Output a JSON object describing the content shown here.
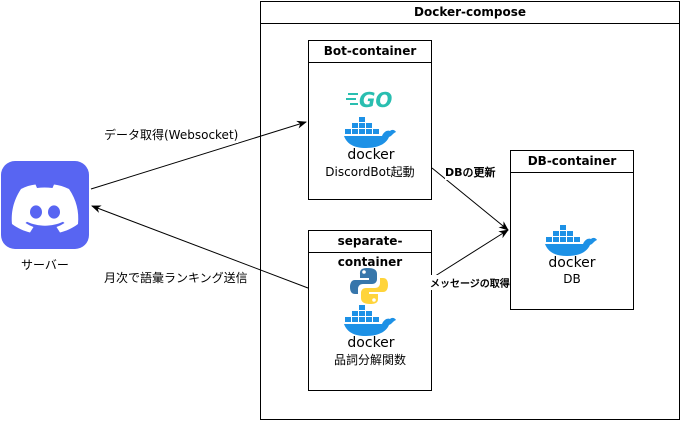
{
  "nodes": {
    "discord": {
      "label": "サーバー"
    },
    "compose": {
      "title": "Docker-compose"
    },
    "bot": {
      "title": "Bot-container",
      "caption": "DiscordBot起動",
      "go_logo": "GO"
    },
    "separate": {
      "title": "separate-container",
      "caption": "品詞分解関数"
    },
    "db": {
      "title": "DB-container",
      "caption": "DB"
    }
  },
  "edges": {
    "fetch": {
      "label": "データ取得(Websocket)"
    },
    "send": {
      "label": "月次で語彙ランキング送信"
    },
    "db_update": {
      "label": "DBの更新"
    },
    "msg_get": {
      "label": "メッセージの取得"
    }
  },
  "icons": {
    "docker_word": "docker",
    "discord_color": "#5865F2",
    "docker_color": "#1D91E6",
    "go_color": "#29BEB0",
    "python_blue": "#3776AB",
    "python_yellow": "#FFD43B"
  }
}
